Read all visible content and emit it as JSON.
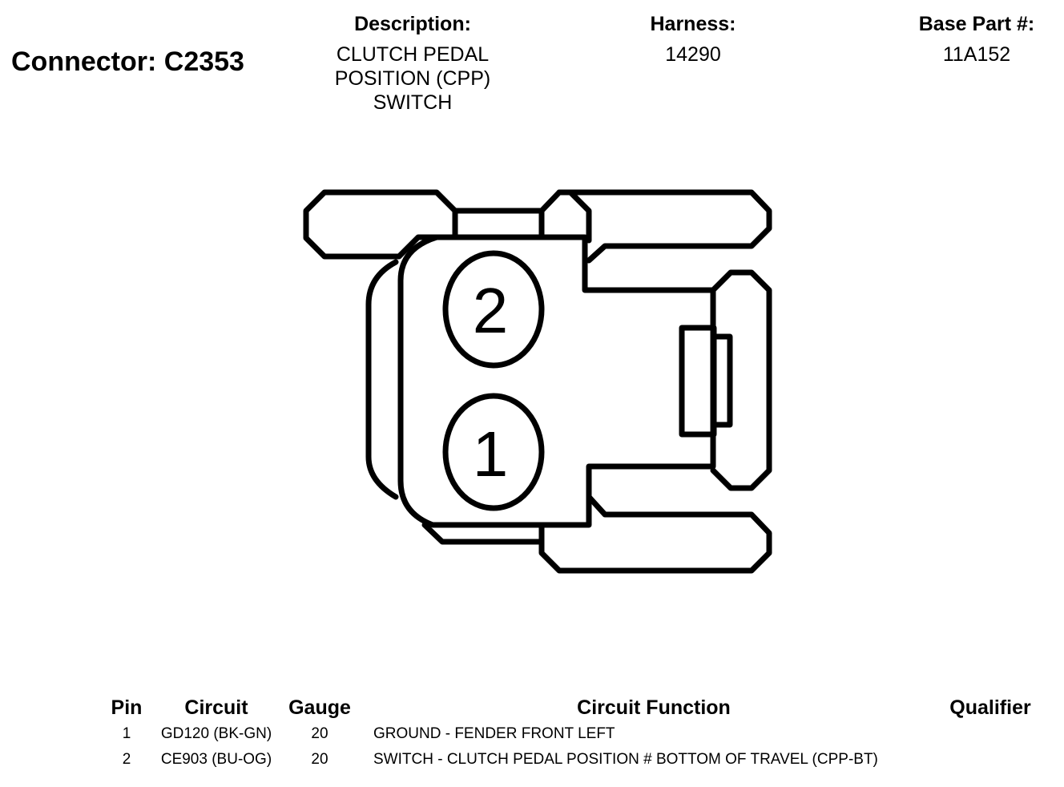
{
  "connector": {
    "label": "Connector: C2353"
  },
  "description": {
    "label": "Description:",
    "value": "CLUTCH PEDAL\nPOSITION (CPP)\nSWITCH"
  },
  "harness": {
    "label": "Harness:",
    "value": "14290"
  },
  "base_part": {
    "label": "Base Part #:",
    "value": "11A152"
  },
  "diagram": {
    "pin_labels": [
      "2",
      "1"
    ],
    "stroke_color": "#000000"
  },
  "table": {
    "headers": {
      "pin": "Pin",
      "circuit": "Circuit",
      "gauge": "Gauge",
      "function": "Circuit Function",
      "qualifier": "Qualifier"
    },
    "rows": [
      {
        "pin": "1",
        "circuit": "GD120 (BK-GN)",
        "gauge": "20",
        "function": "GROUND - FENDER FRONT LEFT",
        "qualifier": ""
      },
      {
        "pin": "2",
        "circuit": "CE903 (BU-OG)",
        "gauge": "20",
        "function": "SWITCH - CLUTCH PEDAL POSITION # BOTTOM OF TRAVEL (CPP-BT)",
        "qualifier": ""
      }
    ]
  }
}
